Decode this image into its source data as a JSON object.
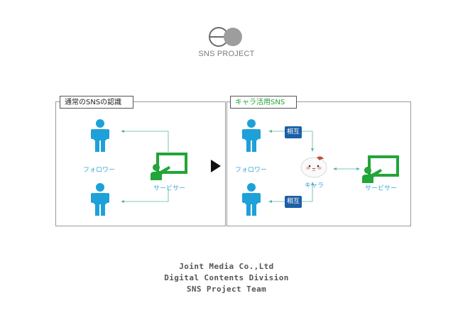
{
  "logo": {
    "text": "SNS PROJECT",
    "icon": "sns-project-logo-icon"
  },
  "panels": {
    "left": {
      "title": "通常のSNSの認識",
      "follower_label": "フォロワー",
      "service_label": "サービサー"
    },
    "right": {
      "title": "キャラ活用SNS",
      "follower_label": "フォロワー",
      "badge_top": "相互",
      "badge_bottom": "相互",
      "character_label": "キャラ",
      "service_label": "サービサー"
    },
    "separator_icon": "play-triangle-icon"
  },
  "footer": {
    "line1": "Joint Media Co.,Ltd",
    "line2": "Digital Contents Division",
    "line3": "SNS Project Team"
  },
  "colors": {
    "person": "#1ea0d8",
    "presenter": "#22a539",
    "title_right": "#22a539",
    "badge": "#1b5fa6",
    "label": "#41a6d8"
  }
}
